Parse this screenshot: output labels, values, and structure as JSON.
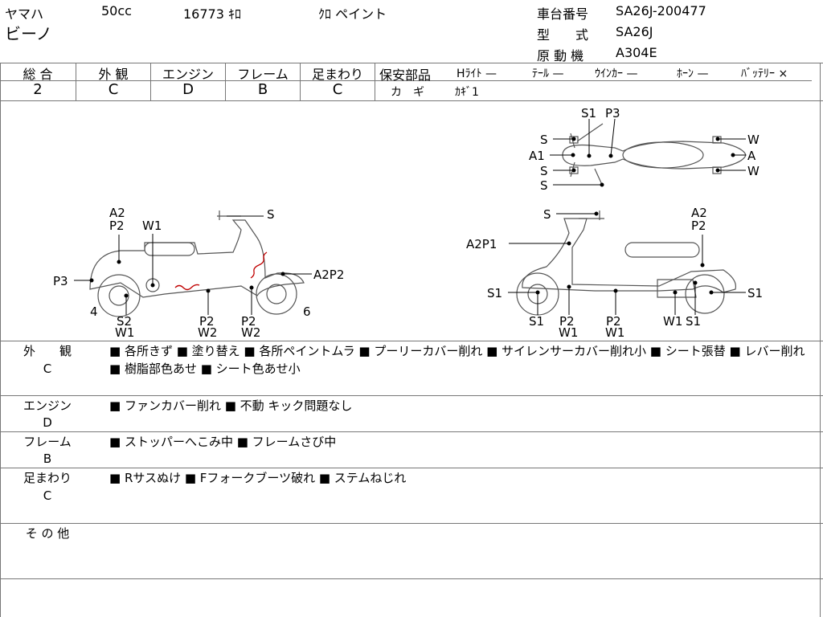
{
  "header": {
    "maker": "ヤマハ",
    "displacement": "50cc",
    "mileage": "16773 ｷﾛ",
    "color": "ｸﾛ ペイント",
    "model_name": "ビーノ",
    "frame_number_label": "車台番号",
    "frame_number": "SA26J-200477",
    "type_label": "型　　式",
    "type": "SA26J",
    "engine_label": "原 動 機",
    "engine": "A304E"
  },
  "grades": {
    "labels": [
      "総 合",
      "外 観",
      "エンジン",
      "フレーム",
      "足まわり"
    ],
    "values": [
      "2",
      "C",
      "D",
      "B",
      "C"
    ]
  },
  "safety": {
    "label": "保安部品",
    "items": [
      "Hﾗｲﾄ —",
      "ﾃｰﾙ —",
      "ｳｲﾝｶｰ —",
      "ﾎｰﾝ —",
      "ﾊﾞｯﾃﾘｰ ×"
    ],
    "key_label": "カ　ギ",
    "key_value": "ｶｷﾞ1"
  },
  "diagram": {
    "top_labels": [
      "S1",
      "P3",
      "S",
      "A1",
      "S",
      "S",
      "W",
      "A",
      "W"
    ],
    "left_labels": [
      "A2",
      "P2",
      "W1",
      "S",
      "P3",
      "A2P2",
      "4",
      "S2",
      "W1",
      "P2",
      "W2",
      "P2",
      "W2",
      "6"
    ],
    "right_labels": [
      "S",
      "A2",
      "P2",
      "A2P1",
      "S1",
      "S1",
      "S1",
      "P2",
      "W1",
      "P2",
      "W1",
      "W1",
      "S1"
    ]
  },
  "sections": [
    {
      "label": "外　　観",
      "grade": "C",
      "text": "■ 各所きず ■ 塗り替え ■ 各所ペイントムラ ■ プーリーカバー削れ ■ サイレンサーカバー削れ小 ■ シート張替 ■ レバー削れ ■ 樹脂部色あせ ■ シート色あせ小"
    },
    {
      "label": "エンジン",
      "grade": "D",
      "text": "■ ファンカバー削れ ■ 不動 キック問題なし"
    },
    {
      "label": "フレーム",
      "grade": "B",
      "text": "■ ストッパーへこみ中 ■ フレームさび中"
    },
    {
      "label": "足まわり",
      "grade": "C",
      "text": "■ Rサスぬけ ■ Fフォークブーツ破れ ■ ステムねじれ"
    },
    {
      "label": "そ の 他",
      "grade": "",
      "text": ""
    }
  ]
}
